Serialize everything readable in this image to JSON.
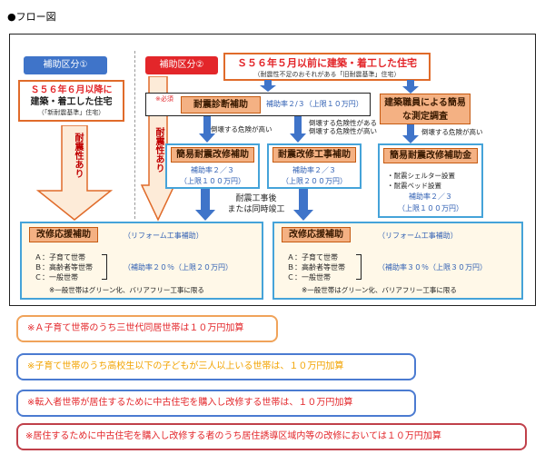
{
  "title": "●フロー図",
  "category1": "補助区分①",
  "category2": "補助区分②",
  "box_after": {
    "line1": "Ｓ５６年６月以降に",
    "line2": "建築・着工した住宅",
    "sub": "（「新耐震基準」住宅）"
  },
  "box_before": {
    "line1": "Ｓ５６年５月以前に建築・着工した住宅",
    "sub": "（耐震性不足のおそれがある「旧耐震基準」住宅）"
  },
  "arrow_left_label": "耐震性あり",
  "arrow_mid_label": "耐震性あり",
  "diagnosis": {
    "required": "※必須",
    "name": "耐震診断補助",
    "rate": "補助率２/３（上限１０万円）"
  },
  "simple_survey": {
    "line1": "建築職員による簡易",
    "line2": "な測定調査"
  },
  "danger_high_left": "倒壊する危険が高い",
  "danger_possible": {
    "line1": "倒壊する危険性がある",
    "line2": "倒壊する危険性が高い"
  },
  "danger_high_right": "倒壊する危険が高い",
  "simple_retrofit": {
    "name": "簡易耐震改修補助",
    "rate": "補助率２／３",
    "cap": "（上限１００万円）"
  },
  "retrofit_work": {
    "name": "耐震改修工事補助",
    "rate": "補助率２／３",
    "cap": "（上限２００万円）"
  },
  "simple_retrofit_gold": {
    "name": "簡易耐震改修補助金",
    "item1": "・耐震シェルター設置",
    "item2": "・耐震ベッド設置",
    "rate": "補助率２／３",
    "cap": "（上限１００万円）"
  },
  "after_work": {
    "line1": "耐震工事後",
    "line2": "または同時竣工"
  },
  "renov_left": {
    "name": "改修応援補助",
    "sub": "（リフォーム工事補助）",
    "a": "Ａ：子育て世帯",
    "b": "Ｂ：高齢者等世帯",
    "c": "Ｃ：一般世帯",
    "rate": "（補助率２０％（上限２０万円）",
    "note": "※一般世帯はグリーン化、バリアフリー工事に限る"
  },
  "renov_right": {
    "name": "改修応援補助",
    "sub": "（リフォーム工事補助）",
    "a": "Ａ：子育て世帯",
    "b": "Ｂ：高齢者等世帯",
    "c": "Ｃ：一般世帯",
    "rate": "（補助率３０％（上限３０万円）",
    "note": "※一般世帯はグリーン化、バリアフリー工事に限る"
  },
  "notes": [
    {
      "text": "※Ａ子育て世帯のうち三世代同居世帯は１０万円加算",
      "color": "#e3262a",
      "border": "#f0a35a"
    },
    {
      "text": "※子育て世帯のうち高校生以下の子どもが三人以上いる世帯は、１０万円加算",
      "color": "#f2a300",
      "border": "#4b7bd1"
    },
    {
      "text": "※転入者世帯が居住するために中古住宅を購入し改修する世帯は、１０万円加算",
      "color": "#e3262a",
      "border": "#4b7bd1"
    },
    {
      "text": "※居住するために中古住宅を購入し改修する者のうち居住誘導区域内等の改修においては１０万円加算",
      "color": "#e3262a",
      "border": "#c0404a"
    }
  ]
}
